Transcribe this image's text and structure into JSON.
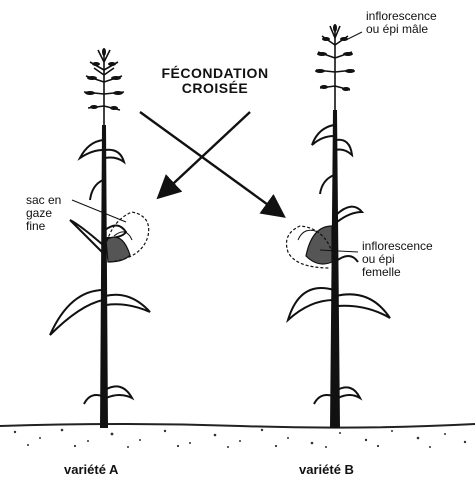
{
  "title": {
    "line1": "FÉCONDATION",
    "line2": "CROISÉE"
  },
  "labels": {
    "male": {
      "line1": "inflorescence",
      "line2": "ou épi mâle"
    },
    "bag": {
      "line1": "sac en",
      "line2": "gaze",
      "line3": "fine"
    },
    "female": {
      "line1": "inflorescence",
      "line2": "ou épi",
      "line3": "femelle"
    }
  },
  "varieties": {
    "a": "variété A",
    "b": "variété B"
  }
}
